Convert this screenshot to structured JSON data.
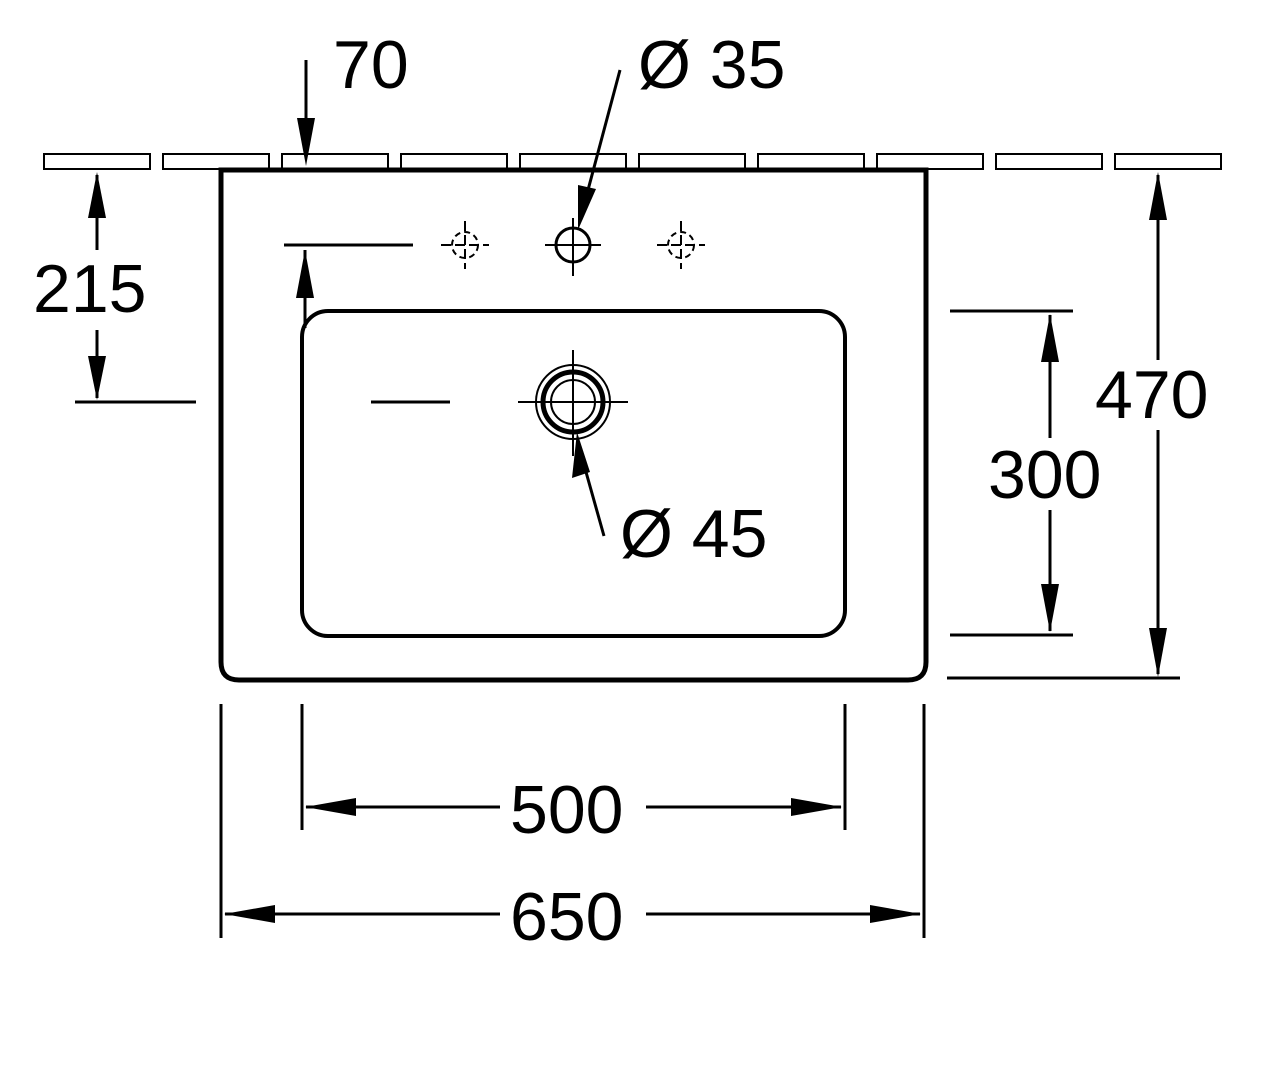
{
  "dimensions": {
    "tap_offset": "70",
    "tap_hole_diameter": "Ø 35",
    "tap_hole_depth": "215",
    "overall_depth": "470",
    "bowl_depth": "300",
    "waste_diameter": "Ø 45",
    "bowl_width": "500",
    "overall_width": "650"
  },
  "colors": {
    "line": "#000000",
    "background": "#ffffff"
  }
}
